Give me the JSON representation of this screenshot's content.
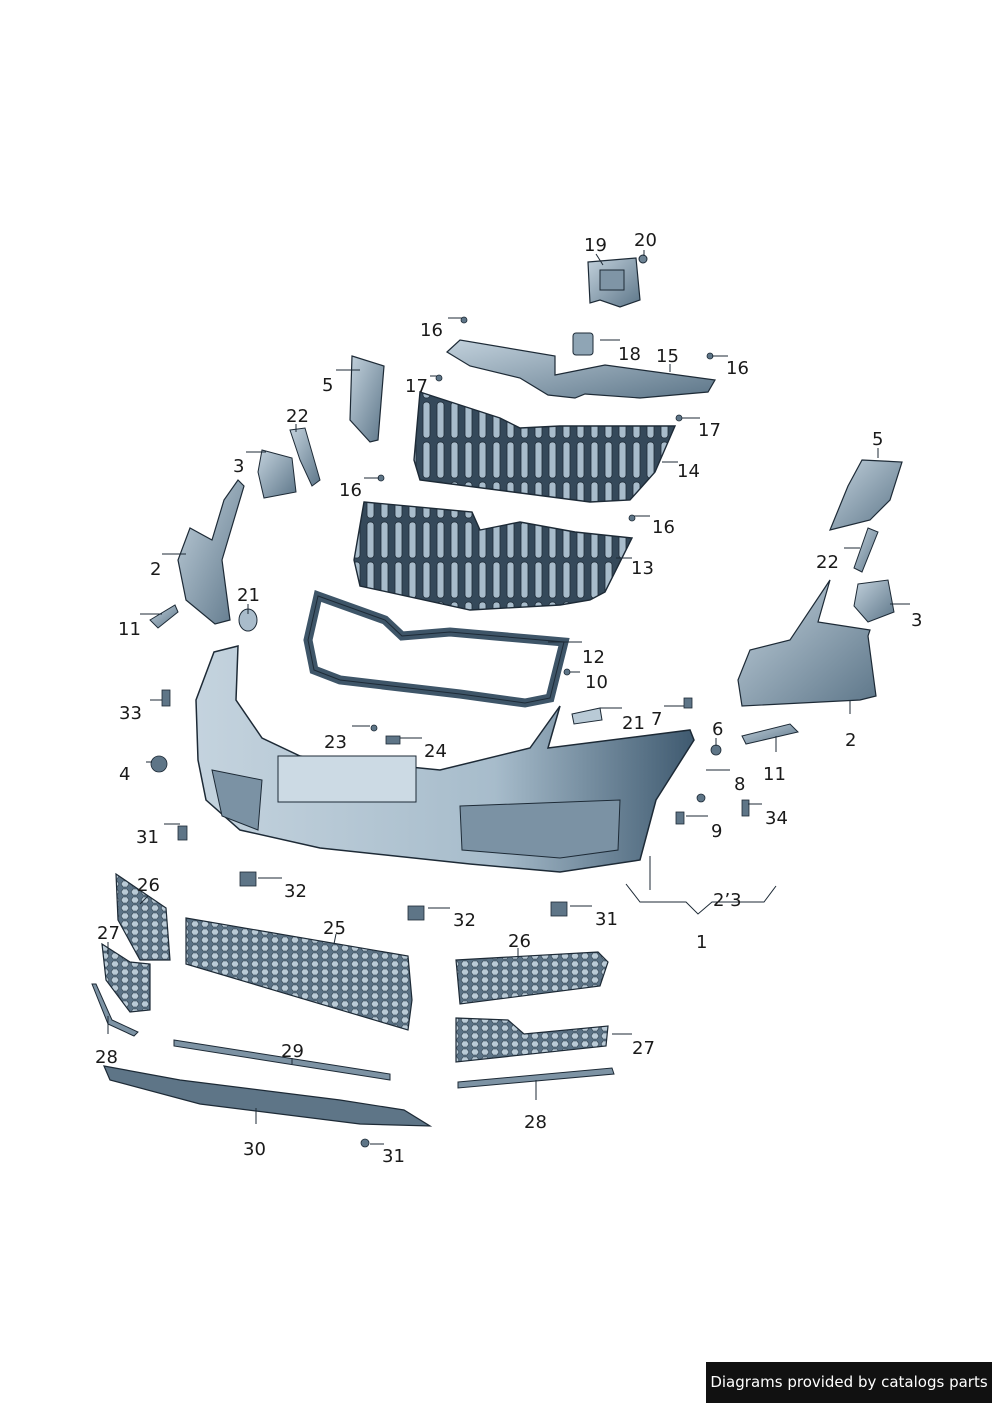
{
  "labels": {
    "l1": "1",
    "l2a": "2",
    "l2b": "2",
    "l3a": "3",
    "l3b": "3",
    "l4": "4",
    "l5a": "5",
    "l5b": "5",
    "l6": "6",
    "l7": "7",
    "l8": "8",
    "l9": "9",
    "l10": "10",
    "l11a": "11",
    "l11b": "11",
    "l12": "12",
    "l13": "13",
    "l14": "14",
    "l15": "15",
    "l16a": "16",
    "l16b": "16",
    "l16c": "16",
    "l16d": "16",
    "l17a": "17",
    "l17b": "17",
    "l18": "18",
    "l19": "19",
    "l20": "20",
    "l21a": "21",
    "l21b": "21",
    "l22a": "22",
    "l22b": "22",
    "l23a": "23",
    "l23b": "2’3",
    "l24": "24",
    "l25": "25",
    "l26a": "26",
    "l26b": "26",
    "l27a": "27",
    "l27b": "27",
    "l28a": "28",
    "l28b": "28",
    "l29": "29",
    "l30": "30",
    "l31a": "31",
    "l31b": "31",
    "l31c": "31",
    "l32a": "32",
    "l32b": "32",
    "l33": "33",
    "l34": "34"
  },
  "footer": {
    "credit": "Diagrams provided by catalogs parts"
  },
  "colors": {
    "part_fill": "#a9bccb",
    "part_dark": "#3e5568",
    "stroke": "#1d2a36",
    "bumper_light": "#c9d7e1"
  }
}
